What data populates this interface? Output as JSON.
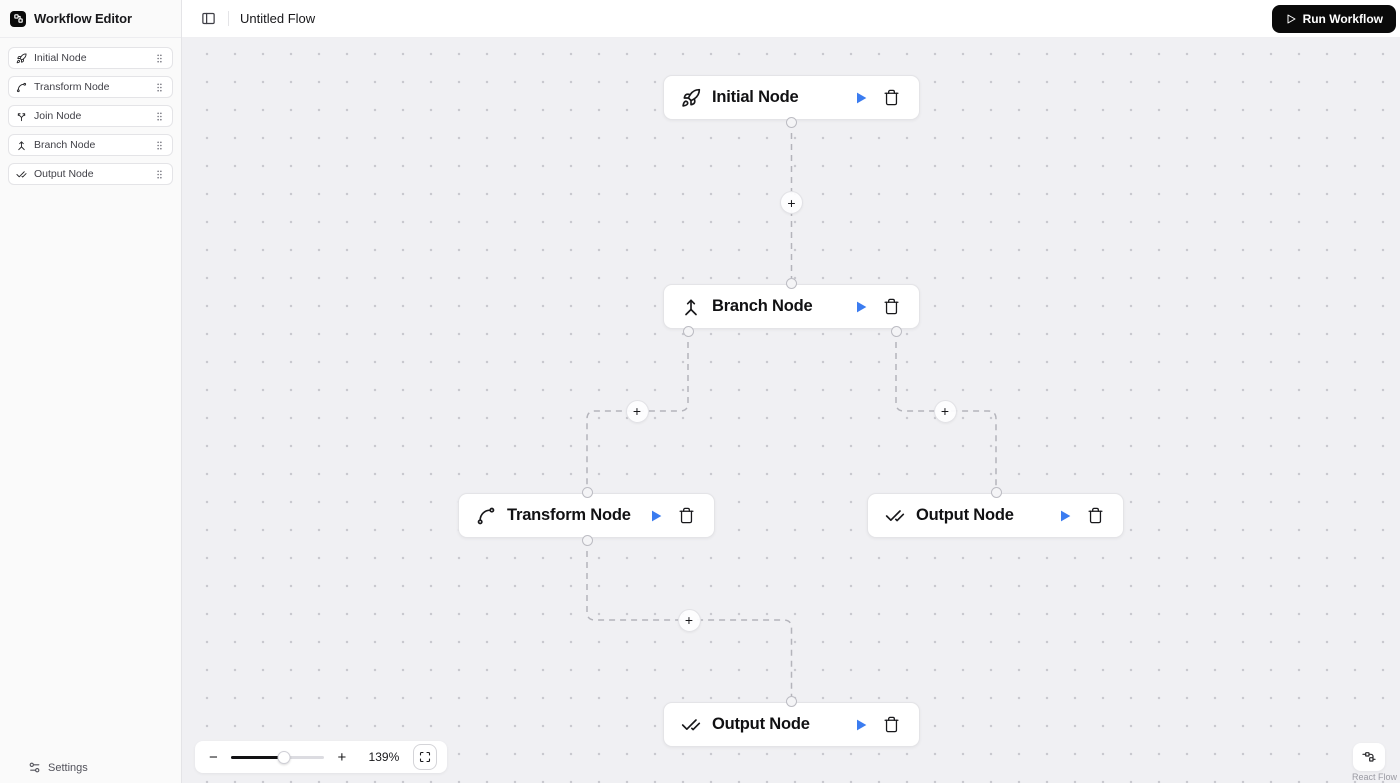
{
  "app": {
    "title": "Workflow Editor"
  },
  "sidebar": {
    "items": [
      {
        "label": "Initial Node",
        "icon": "rocket-icon"
      },
      {
        "label": "Transform Node",
        "icon": "spline-icon"
      },
      {
        "label": "Join Node",
        "icon": "join-icon"
      },
      {
        "label": "Branch Node",
        "icon": "branch-icon"
      },
      {
        "label": "Output Node",
        "icon": "check-check-icon"
      }
    ],
    "settings_label": "Settings"
  },
  "topbar": {
    "flow_name": "Untitled Flow",
    "run_button_label": "Run Workflow"
  },
  "canvas": {
    "nodes": [
      {
        "id": "initial",
        "label": "Initial Node",
        "icon": "rocket-icon"
      },
      {
        "id": "branch",
        "label": "Branch Node",
        "icon": "branch-icon"
      },
      {
        "id": "transform",
        "label": "Transform Node",
        "icon": "spline-icon"
      },
      {
        "id": "output-1",
        "label": "Output Node",
        "icon": "check-check-icon"
      },
      {
        "id": "output-2",
        "label": "Output Node",
        "icon": "check-check-icon"
      }
    ],
    "edges": [
      {
        "from": "initial",
        "to": "branch"
      },
      {
        "from": "branch",
        "to": "transform"
      },
      {
        "from": "branch",
        "to": "output-1"
      },
      {
        "from": "transform",
        "to": "output-2"
      }
    ],
    "edge_add_label": "+"
  },
  "controls": {
    "zoom_out_label": "−",
    "zoom_in_label": "+",
    "zoom_level": "139%",
    "slider_percent": 57
  },
  "attribution": {
    "label": "React Flow"
  },
  "colors": {
    "accent_blue": "#3b7cf0",
    "run_button_bg": "#0a0a0a",
    "canvas_bg": "#f0f0f3",
    "edge": "#b4b4bb"
  }
}
